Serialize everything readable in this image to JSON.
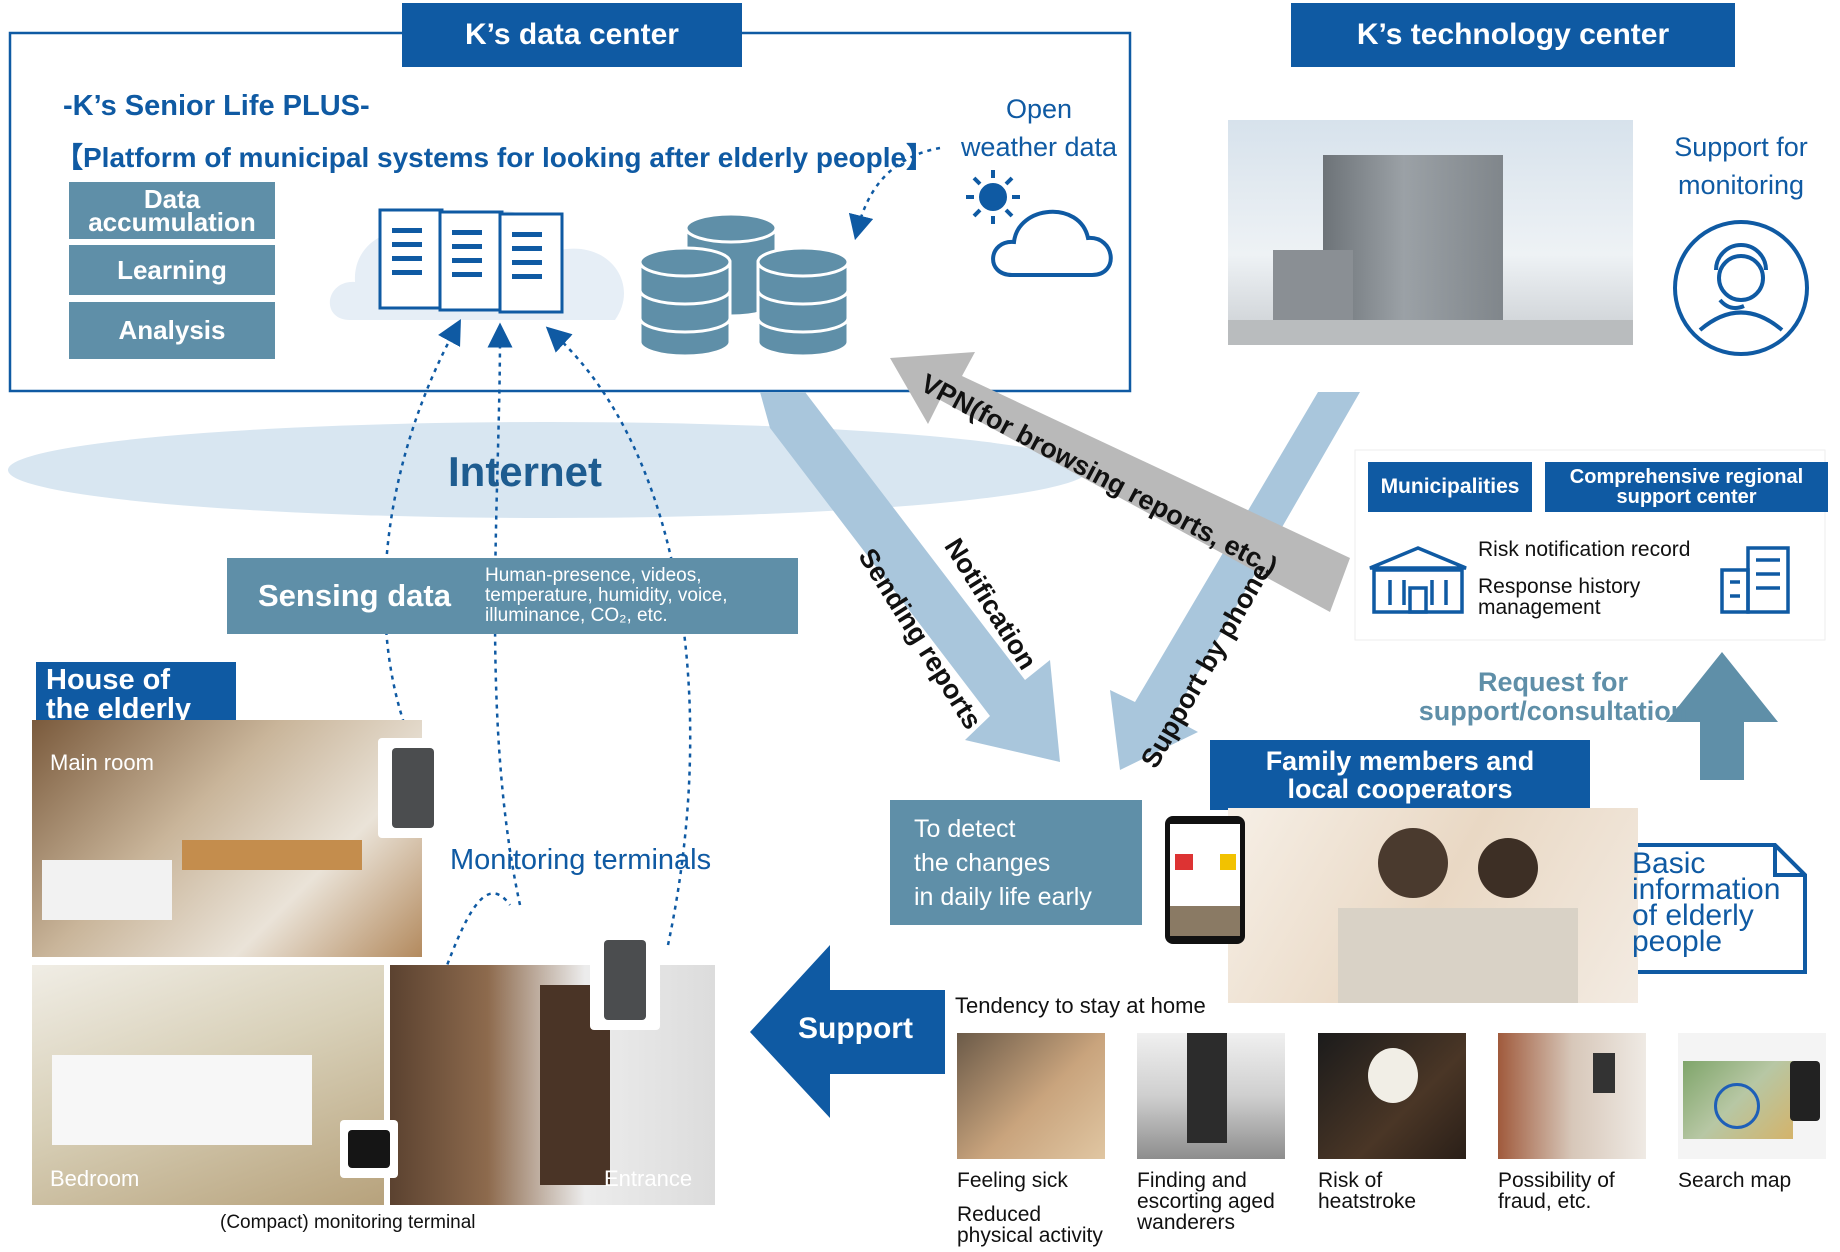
{
  "data_center": {
    "header": "K’s data center",
    "platform_name": "-K’s Senior Life PLUS-",
    "platform_desc": "【Platform of municipal systems for looking after elderly people】",
    "functions": [
      "Data\naccumulation",
      "Learning",
      "Analysis"
    ],
    "weather": "Open\nweather data"
  },
  "tech_center": {
    "header": "K’s technology center",
    "support_label": "Support for\nmonitoring"
  },
  "network": {
    "internet": "Internet",
    "vpn": "VPN(for browsing reports, etc.)",
    "sending_reports": "Sending reports",
    "notification": "Notification",
    "support_by_phone": "Support by phone"
  },
  "sensing": {
    "title": "Sensing data",
    "details": "Human-presence, videos,\ntemperature, humidity, voice,\nilluminance, CO₂, etc."
  },
  "municipal": {
    "municipalities": "Municipalities",
    "regional_center": "Comprehensive regional\nsupport center",
    "item1": "Risk notification record",
    "item2": "Response history\nmanagement"
  },
  "house": {
    "title": "House of\nthe elderly",
    "rooms": {
      "main": "Main room",
      "bedroom": "Bedroom",
      "entrance": "Entrance"
    },
    "terminals_label": "Monitoring terminals",
    "compact_caption": "(Compact) monitoring terminal"
  },
  "family": {
    "title": "Family members and\nlocal cooperators",
    "detect": "To detect\nthe changes\nin daily life early",
    "request": "Request for\nsupport/consultation",
    "basic_info": "Basic\ninformation\nof elderly\npeople",
    "tendency": "Tendency to stay at home",
    "support": "Support"
  },
  "cases": [
    {
      "label": "Feeling sick"
    },
    {
      "label": "Finding and\nescorting aged\nwanderers"
    },
    {
      "label": "Risk of\nheatstroke"
    },
    {
      "label": "Possibility of\nfraud, etc."
    },
    {
      "label": "Search map"
    }
  ],
  "case_extra": "Reduced\nphysical activity",
  "colors": {
    "brand_blue": "#0f5aa3",
    "steel_blue": "#5f8fa8",
    "light_blue": "#a9c6dc",
    "internet_ellipse": "#d8e6f1",
    "gray_arrow": "#b9b9b9"
  }
}
